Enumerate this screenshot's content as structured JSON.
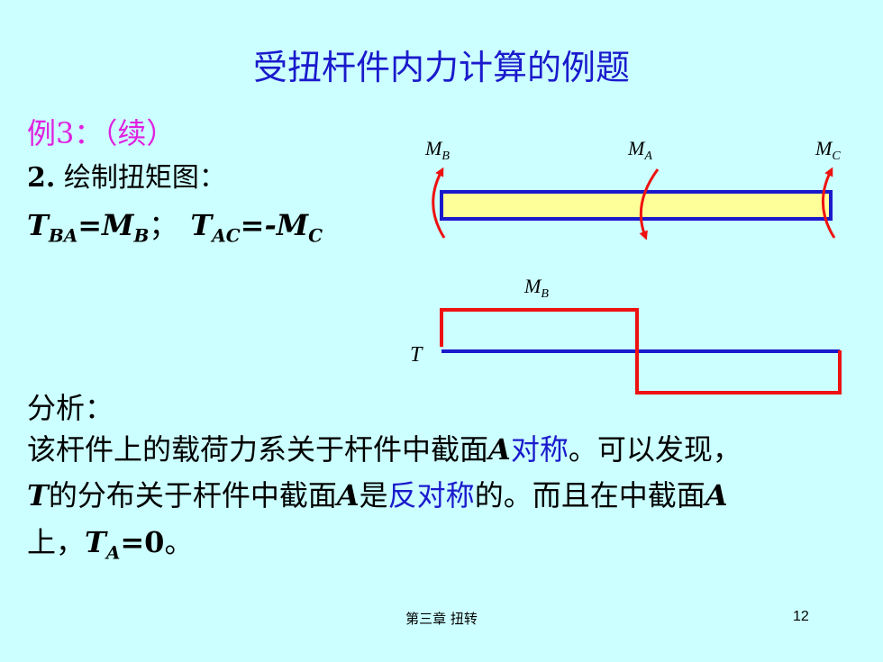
{
  "title": "受扭杆件内力计算的例题",
  "example_label": "例3：（续）",
  "step": {
    "num": "2.",
    "text": " 绘制扭矩图："
  },
  "formula": {
    "t1": "T",
    "t1_sub": "BA",
    "eq1": "=",
    "m1": "M",
    "m1_sub": "B",
    "sep": "；",
    "t2": "T",
    "t2_sub": "AC",
    "eq2": "=-",
    "m2": "M",
    "m2_sub": "C"
  },
  "diagram": {
    "labels": {
      "mb_top": "M",
      "mb_top_sub": "B",
      "ma_top": "M",
      "ma_top_sub": "A",
      "mc_top": "M",
      "mc_top_sub": "C",
      "mb_torque": "M",
      "mb_torque_sub": "B",
      "t_axis": "T"
    },
    "colors": {
      "shaft_fill": "#ffff99",
      "shaft_stroke": "#1a1acc",
      "arrow": "#ee1111",
      "torque_line": "#ee1111",
      "axis": "#1a1acc"
    }
  },
  "analysis": {
    "heading": "分析：",
    "p1_a": "该杆件上的载荷力系关于杆件中截面",
    "p1_A": "A",
    "p1_sym": "对称",
    "p1_b": "。可以发现，",
    "p2_T": "T",
    "p2_a": "的分布关于杆件中截面",
    "p2_A": "A",
    "p2_b": "是",
    "p2_anti": "反对称",
    "p2_c": "的。而且在中截面",
    "p2_A2": "A",
    "p3_a": "上，",
    "p3_T": "T",
    "p3_sub": "A",
    "p3_b": "=0",
    "p3_c": "。"
  },
  "footer": {
    "chapter": "第三章  扭转",
    "page": "12"
  }
}
